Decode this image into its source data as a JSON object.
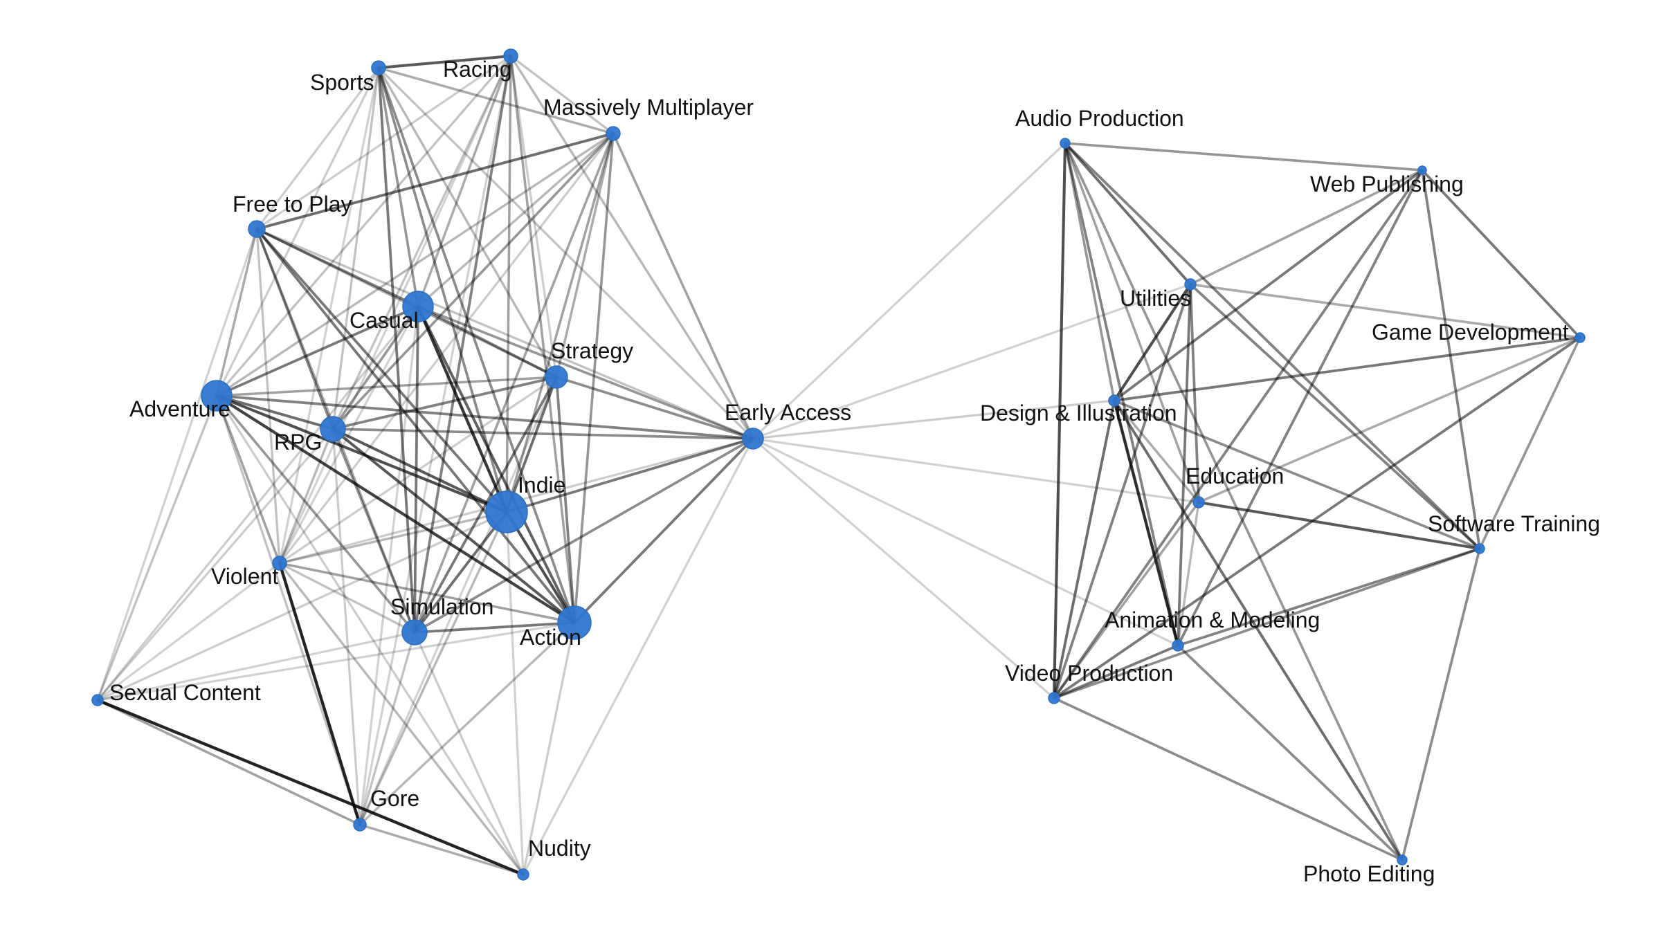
{
  "colors": {
    "node": "#2f77d0",
    "edge": "#000000",
    "background": "#ffffff"
  },
  "nodes": [
    {
      "id": "sports",
      "label": "Sports"
    },
    {
      "id": "racing",
      "label": "Racing"
    },
    {
      "id": "mmo",
      "label": "Massively Multiplayer"
    },
    {
      "id": "f2p",
      "label": "Free to Play"
    },
    {
      "id": "casual",
      "label": "Casual"
    },
    {
      "id": "strategy",
      "label": "Strategy"
    },
    {
      "id": "adventure",
      "label": "Adventure"
    },
    {
      "id": "rpg",
      "label": "RPG"
    },
    {
      "id": "indie",
      "label": "Indie"
    },
    {
      "id": "early",
      "label": "Early Access"
    },
    {
      "id": "violent",
      "label": "Violent"
    },
    {
      "id": "simulation",
      "label": "Simulation"
    },
    {
      "id": "action",
      "label": "Action"
    },
    {
      "id": "sexual",
      "label": "Sexual Content"
    },
    {
      "id": "gore",
      "label": "Gore"
    },
    {
      "id": "nudity",
      "label": "Nudity"
    },
    {
      "id": "audio",
      "label": "Audio Production"
    },
    {
      "id": "web",
      "label": "Web Publishing"
    },
    {
      "id": "utilities",
      "label": "Utilities"
    },
    {
      "id": "gamedev",
      "label": "Game Development"
    },
    {
      "id": "design",
      "label": "Design & Illustration"
    },
    {
      "id": "education",
      "label": "Education"
    },
    {
      "id": "training",
      "label": "Software Training"
    },
    {
      "id": "animation",
      "label": "Animation & Modeling"
    },
    {
      "id": "video",
      "label": "Video Production"
    },
    {
      "id": "photo",
      "label": "Photo Editing"
    }
  ],
  "edges": [
    [
      "sports",
      "racing",
      0.7
    ],
    [
      "sports",
      "mmo",
      0.3
    ],
    [
      "sports",
      "f2p",
      0.15
    ],
    [
      "sports",
      "casual",
      0.4
    ],
    [
      "sports",
      "strategy",
      0.25
    ],
    [
      "sports",
      "adventure",
      0.15
    ],
    [
      "sports",
      "rpg",
      0.2
    ],
    [
      "sports",
      "indie",
      0.45
    ],
    [
      "sports",
      "simulation",
      0.55
    ],
    [
      "sports",
      "action",
      0.45
    ],
    [
      "sports",
      "early",
      0.2
    ],
    [
      "sports",
      "violent",
      0.12
    ],
    [
      "racing",
      "mmo",
      0.2
    ],
    [
      "racing",
      "f2p",
      0.15
    ],
    [
      "racing",
      "casual",
      0.3
    ],
    [
      "racing",
      "strategy",
      0.15
    ],
    [
      "racing",
      "adventure",
      0.2
    ],
    [
      "racing",
      "rpg",
      0.2
    ],
    [
      "racing",
      "indie",
      0.35
    ],
    [
      "racing",
      "simulation",
      0.5
    ],
    [
      "racing",
      "action",
      0.35
    ],
    [
      "racing",
      "early",
      0.25
    ],
    [
      "racing",
      "violent",
      0.12
    ],
    [
      "racing",
      "gore",
      0.12
    ],
    [
      "mmo",
      "f2p",
      0.6
    ],
    [
      "mmo",
      "casual",
      0.25
    ],
    [
      "mmo",
      "strategy",
      0.3
    ],
    [
      "mmo",
      "adventure",
      0.25
    ],
    [
      "mmo",
      "rpg",
      0.4
    ],
    [
      "mmo",
      "indie",
      0.35
    ],
    [
      "mmo",
      "simulation",
      0.35
    ],
    [
      "mmo",
      "action",
      0.4
    ],
    [
      "mmo",
      "early",
      0.35
    ],
    [
      "mmo",
      "violent",
      0.15
    ],
    [
      "f2p",
      "casual",
      0.5
    ],
    [
      "f2p",
      "strategy",
      0.3
    ],
    [
      "f2p",
      "adventure",
      0.3
    ],
    [
      "f2p",
      "rpg",
      0.45
    ],
    [
      "f2p",
      "indie",
      0.55
    ],
    [
      "f2p",
      "simulation",
      0.3
    ],
    [
      "f2p",
      "action",
      0.55
    ],
    [
      "f2p",
      "early",
      0.2
    ],
    [
      "f2p",
      "violent",
      0.2
    ],
    [
      "f2p",
      "sexual",
      0.12
    ],
    [
      "casual",
      "strategy",
      0.5
    ],
    [
      "casual",
      "adventure",
      0.55
    ],
    [
      "casual",
      "rpg",
      0.4
    ],
    [
      "casual",
      "indie",
      0.85
    ],
    [
      "casual",
      "simulation",
      0.55
    ],
    [
      "casual",
      "action",
      0.65
    ],
    [
      "casual",
      "early",
      0.4
    ],
    [
      "casual",
      "violent",
      0.12
    ],
    [
      "casual",
      "sexual",
      0.15
    ],
    [
      "casual",
      "gore",
      0.12
    ],
    [
      "strategy",
      "adventure",
      0.35
    ],
    [
      "strategy",
      "rpg",
      0.5
    ],
    [
      "strategy",
      "indie",
      0.6
    ],
    [
      "strategy",
      "simulation",
      0.55
    ],
    [
      "strategy",
      "action",
      0.5
    ],
    [
      "strategy",
      "early",
      0.45
    ],
    [
      "strategy",
      "violent",
      0.15
    ],
    [
      "strategy",
      "gore",
      0.12
    ],
    [
      "adventure",
      "rpg",
      0.6
    ],
    [
      "adventure",
      "indie",
      0.75
    ],
    [
      "adventure",
      "simulation",
      0.4
    ],
    [
      "adventure",
      "action",
      0.8
    ],
    [
      "adventure",
      "early",
      0.5
    ],
    [
      "adventure",
      "violent",
      0.35
    ],
    [
      "adventure",
      "sexual",
      0.2
    ],
    [
      "adventure",
      "gore",
      0.2
    ],
    [
      "adventure",
      "nudity",
      0.15
    ],
    [
      "rpg",
      "indie",
      0.7
    ],
    [
      "rpg",
      "simulation",
      0.4
    ],
    [
      "rpg",
      "action",
      0.7
    ],
    [
      "rpg",
      "early",
      0.45
    ],
    [
      "rpg",
      "violent",
      0.25
    ],
    [
      "rpg",
      "sexual",
      0.15
    ],
    [
      "rpg",
      "gore",
      0.15
    ],
    [
      "indie",
      "simulation",
      0.6
    ],
    [
      "indie",
      "action",
      0.75
    ],
    [
      "indie",
      "early",
      0.55
    ],
    [
      "indie",
      "violent",
      0.25
    ],
    [
      "indie",
      "sexual",
      0.15
    ],
    [
      "indie",
      "gore",
      0.25
    ],
    [
      "indie",
      "nudity",
      0.12
    ],
    [
      "early",
      "simulation",
      0.45
    ],
    [
      "early",
      "action",
      0.55
    ],
    [
      "early",
      "violent",
      0.15
    ],
    [
      "early",
      "nudity",
      0.12
    ],
    [
      "violent",
      "simulation",
      0.2
    ],
    [
      "violent",
      "action",
      0.35
    ],
    [
      "violent",
      "sexual",
      0.12
    ],
    [
      "violent",
      "gore",
      0.95
    ],
    [
      "violent",
      "nudity",
      0.25
    ],
    [
      "simulation",
      "action",
      0.55
    ],
    [
      "simulation",
      "sexual",
      0.12
    ],
    [
      "simulation",
      "gore",
      0.2
    ],
    [
      "simulation",
      "nudity",
      0.15
    ],
    [
      "action",
      "sexual",
      0.12
    ],
    [
      "action",
      "gore",
      0.25
    ],
    [
      "action",
      "nudity",
      0.15
    ],
    [
      "sexual",
      "gore",
      0.35
    ],
    [
      "sexual",
      "nudity",
      0.95
    ],
    [
      "gore",
      "nudity",
      0.3
    ],
    [
      "early",
      "audio",
      0.12
    ],
    [
      "early",
      "design",
      0.15
    ],
    [
      "early",
      "utilities",
      0.12
    ],
    [
      "early",
      "education",
      0.12
    ],
    [
      "early",
      "animation",
      0.12
    ],
    [
      "early",
      "video",
      0.12
    ],
    [
      "audio",
      "web",
      0.4
    ],
    [
      "audio",
      "utilities",
      0.6
    ],
    [
      "audio",
      "video",
      0.75
    ],
    [
      "audio",
      "animation",
      0.5
    ],
    [
      "audio",
      "design",
      0.4
    ],
    [
      "audio",
      "training",
      0.5
    ],
    [
      "audio",
      "photo",
      0.4
    ],
    [
      "audio",
      "education",
      0.35
    ],
    [
      "web",
      "utilities",
      0.35
    ],
    [
      "web",
      "design",
      0.55
    ],
    [
      "web",
      "animation",
      0.5
    ],
    [
      "web",
      "video",
      0.5
    ],
    [
      "web",
      "training",
      0.5
    ],
    [
      "web",
      "gamedev",
      0.55
    ],
    [
      "utilities",
      "design",
      0.75
    ],
    [
      "utilities",
      "education",
      0.5
    ],
    [
      "utilities",
      "animation",
      0.55
    ],
    [
      "utilities",
      "training",
      0.5
    ],
    [
      "utilities",
      "gamedev",
      0.3
    ],
    [
      "utilities",
      "video",
      0.5
    ],
    [
      "design",
      "animation",
      0.9
    ],
    [
      "design",
      "video",
      0.6
    ],
    [
      "design",
      "photo",
      0.6
    ],
    [
      "design",
      "gamedev",
      0.55
    ],
    [
      "design",
      "training",
      0.45
    ],
    [
      "design",
      "education",
      0.3
    ],
    [
      "education",
      "training",
      0.7
    ],
    [
      "education",
      "video",
      0.35
    ],
    [
      "education",
      "animation",
      0.25
    ],
    [
      "education",
      "gamedev",
      0.3
    ],
    [
      "gamedev",
      "training",
      0.4
    ],
    [
      "gamedev",
      "video",
      0.55
    ],
    [
      "training",
      "animation",
      0.5
    ],
    [
      "training",
      "video",
      0.45
    ],
    [
      "training",
      "photo",
      0.45
    ],
    [
      "animation",
      "video",
      0.55
    ],
    [
      "animation",
      "photo",
      0.45
    ],
    [
      "video",
      "photo",
      0.45
    ]
  ]
}
